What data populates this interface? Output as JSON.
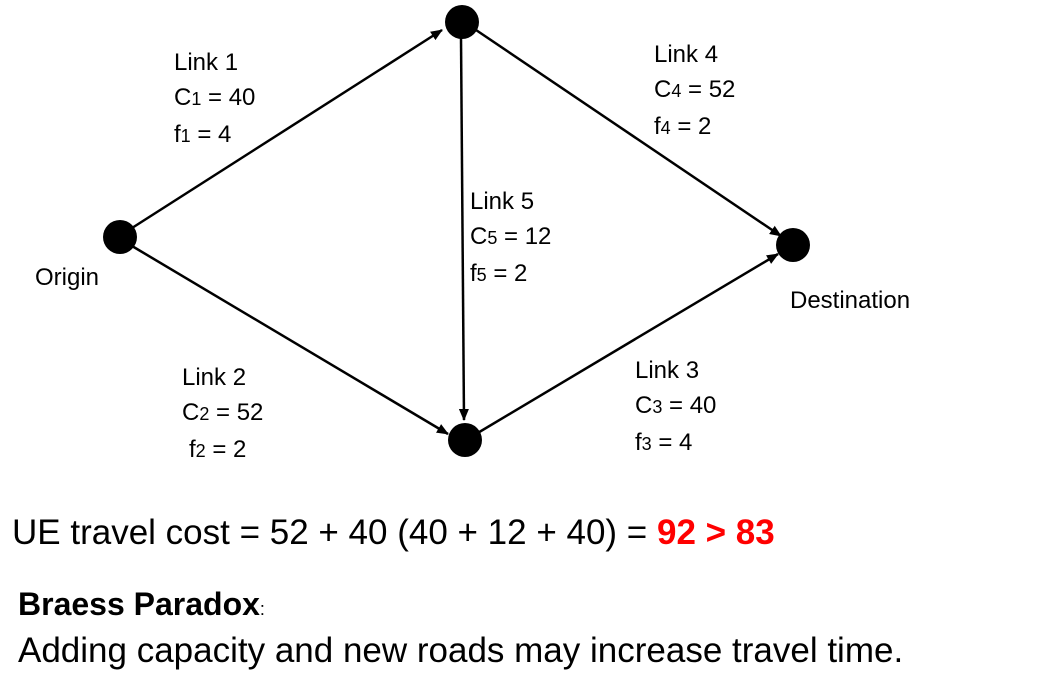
{
  "nodes": {
    "origin": {
      "label": "Origin"
    },
    "destination": {
      "label": "Destination"
    }
  },
  "links": [
    {
      "title": "Link 1",
      "c_var": "C",
      "c_sub": "1",
      "c_val": " = 40",
      "f_var": "f",
      "f_sub": "1",
      "f_val": " = 4"
    },
    {
      "title": "Link 2",
      "c_var": "C",
      "c_sub": "2",
      "c_val": " = 52",
      "f_var": "f",
      "f_sub": "2",
      "f_val": " = 2"
    },
    {
      "title": "Link 3",
      "c_var": "C",
      "c_sub": "3",
      "c_val": " = 40",
      "f_var": "f",
      "f_sub": "3",
      "f_val": " = 4"
    },
    {
      "title": "Link 4",
      "c_var": "C",
      "c_sub": "4",
      "c_val": " = 52",
      "f_var": "f",
      "f_sub": "4",
      "f_val": " = 2"
    },
    {
      "title": "Link 5",
      "c_var": "C",
      "c_sub": "5",
      "c_val": " = 12",
      "f_var": "f",
      "f_sub": "5",
      "f_val": " = 2"
    }
  ],
  "equation": {
    "text": "UE travel cost = 52 + 40 (40 + 12 + 40) = ",
    "result": "92 > 83",
    "result_color": "#ff0000"
  },
  "paradox": {
    "title": "Braess Paradox",
    "colon": ":",
    "text": "Adding capacity and new roads may increase travel time."
  }
}
